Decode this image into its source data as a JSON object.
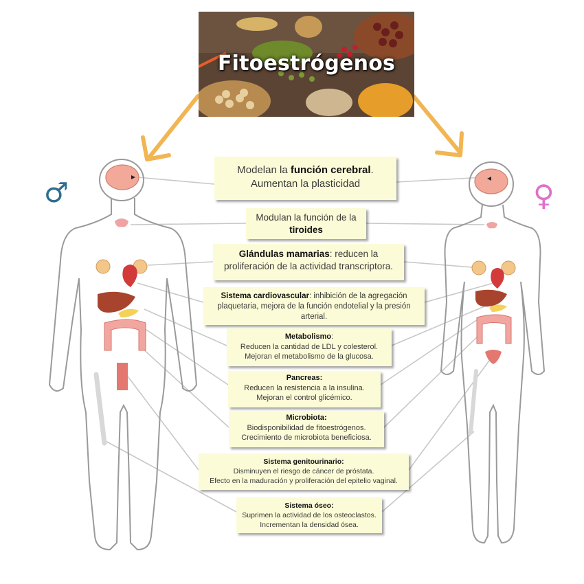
{
  "header": {
    "title": "Fitoestrógenos"
  },
  "symbols": {
    "male": "♂",
    "female": "♀",
    "male_color": "#2f6d8e",
    "female_color": "#e070c8"
  },
  "colors": {
    "arrow": "#f2b553",
    "box_bg": "#fbfbd7",
    "connector": "#c8c8c8"
  },
  "boxes": {
    "brain": {
      "pre": "Modelan la ",
      "bold": "función cerebral",
      "post": ".",
      "line2": "Aumentan la plasticidad"
    },
    "thyroid": {
      "line1": "Modulan la función de la",
      "bold": "tiroides"
    },
    "mammary": {
      "bold": "Glándulas mamarias",
      "post": ": reducen la",
      "line2": "proliferación de la actividad transcriptora."
    },
    "cardio": {
      "bold": "Sistema cardiovascular",
      "post": ": inhibición de la agregación",
      "line2": "plaquetaria, mejora de la función endotelial y la presión",
      "line3": "arterial."
    },
    "metab": {
      "title": "Metabolismo",
      "colon": ":",
      "line1": "Reducen la cantidad de LDL y colesterol.",
      "line2": "Mejoran el metabolismo de la glucosa."
    },
    "pancreas": {
      "title": "Pancreas:",
      "line1": "Reducen la resistencia a la insulina.",
      "line2": "Mejoran el control glicémico."
    },
    "microbiota": {
      "title": "Microbiota:",
      "line1": "Biodisponibilidad de fitoestrógenos.",
      "line2": "Crecimiento de microbiota beneficiosa."
    },
    "genito": {
      "title": "Sistema genitourinario:",
      "line1": "Disminuyen el riesgo de cáncer de próstata.",
      "line2": "Efecto en la maduración y proliferación del epitelio vaginal."
    },
    "bone": {
      "title": "Sistema óseo:",
      "line1": "Suprimen la actividad de los osteoclastos.",
      "line2": "Incrementan la densidad ósea."
    }
  }
}
